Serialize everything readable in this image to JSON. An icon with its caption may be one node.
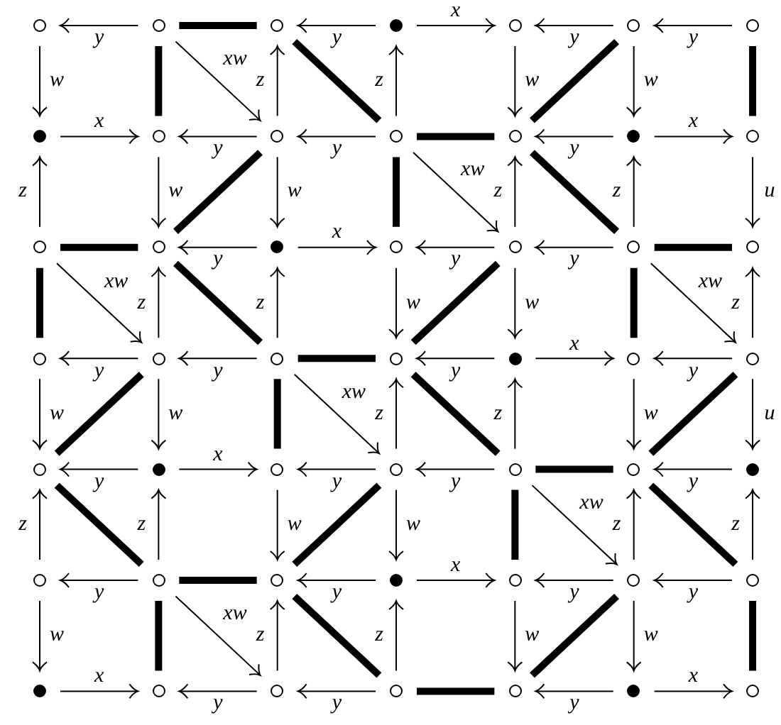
{
  "diagram": {
    "nodes": [
      {
        "text": [],
        "shape": "circle"
      },
      {
        "text": [],
        "shape": "circle"
      },
      {
        "text": [],
        "shape": "circle"
      },
      {
        "text": [],
        "shape": "dot"
      },
      {
        "text": [],
        "shape": "circle"
      },
      {
        "text": [],
        "shape": "circle"
      },
      {
        "text": [],
        "shape": "circle"
      },
      {
        "text": [],
        "shape": "dot"
      },
      {
        "text": [],
        "shape": "circle"
      },
      {
        "text": [],
        "shape": "circle"
      },
      {
        "text": [],
        "shape": "circle"
      },
      {
        "text": [],
        "shape": "circle"
      },
      {
        "text": [],
        "shape": "dot"
      },
      {
        "text": [],
        "shape": "circle"
      },
      {
        "text": [],
        "shape": "circle"
      },
      {
        "text": [],
        "shape": "circle"
      },
      {
        "text": [],
        "shape": "dot"
      },
      {
        "text": [],
        "shape": "circle"
      },
      {
        "text": [],
        "shape": "circle"
      },
      {
        "text": [],
        "shape": "circle"
      },
      {
        "text": [],
        "shape": "circle"
      },
      {
        "text": [],
        "shape": "circle"
      },
      {
        "text": [],
        "shape": "circle"
      },
      {
        "text": [],
        "shape": "circle"
      },
      {
        "text": [],
        "shape": "circle"
      },
      {
        "text": [],
        "shape": "dot"
      },
      {
        "text": [],
        "shape": "circle"
      },
      {
        "text": [],
        "shape": "circle"
      },
      {
        "text": [],
        "shape": "circle"
      },
      {
        "text": [],
        "shape": "dot"
      },
      {
        "text": [],
        "shape": "circle"
      },
      {
        "text": [],
        "shape": "circle"
      },
      {
        "text": [],
        "shape": "circle"
      },
      {
        "text": [],
        "shape": "circle"
      },
      {
        "text": [],
        "shape": "dot"
      },
      {
        "text": [],
        "shape": "circle"
      },
      {
        "text": [],
        "shape": "circle"
      },
      {
        "text": [],
        "shape": "circle"
      },
      {
        "text": [],
        "shape": "dot"
      },
      {
        "text": [],
        "shape": "circle"
      },
      {
        "text": [],
        "shape": "circle"
      },
      {
        "text": [],
        "shape": "circle"
      },
      {
        "text": [],
        "shape": "dot"
      },
      {
        "text": [],
        "shape": "circle"
      },
      {
        "text": [],
        "shape": "circle"
      },
      {
        "text": [],
        "shape": "circle"
      },
      {
        "text": [],
        "shape": "circle"
      },
      {
        "text": [],
        "shape": "dot"
      },
      {
        "text": [],
        "shape": "circle"
      }
    ],
    "edges": [
      {
        "from": 1,
        "to": 0,
        "arrow": "to",
        "label": "y"
      },
      {
        "from": 1,
        "to": 2,
        "arrow": "none",
        "style": "thick"
      },
      {
        "from": 3,
        "to": 2,
        "arrow": "to",
        "label": "y"
      },
      {
        "from": 3,
        "to": 4,
        "arrow": "to",
        "label": "x"
      },
      {
        "from": 5,
        "to": 4,
        "arrow": "to",
        "label": "y"
      },
      {
        "from": 6,
        "to": 5,
        "arrow": "to",
        "label": "y"
      },
      {
        "from": 7,
        "to": 8,
        "arrow": "to",
        "label": "x"
      },
      {
        "from": 9,
        "to": 8,
        "arrow": "to",
        "label": "y"
      },
      {
        "from": 10,
        "to": 9,
        "arrow": "to",
        "label": "y"
      },
      {
        "from": 10,
        "to": 11,
        "arrow": "none",
        "style": "thick"
      },
      {
        "from": 12,
        "to": 11,
        "arrow": "to",
        "label": "y"
      },
      {
        "from": 12,
        "to": 13,
        "arrow": "to",
        "label": "x"
      },
      {
        "from": 14,
        "to": 15,
        "arrow": "none",
        "style": "thick"
      },
      {
        "from": 16,
        "to": 15,
        "arrow": "to",
        "label": "y"
      },
      {
        "from": 16,
        "to": 17,
        "arrow": "to",
        "label": "x"
      },
      {
        "from": 18,
        "to": 17,
        "arrow": "to",
        "label": "y"
      },
      {
        "from": 19,
        "to": 18,
        "arrow": "to",
        "label": "y"
      },
      {
        "from": 19,
        "to": 20,
        "arrow": "none",
        "style": "thick"
      },
      {
        "from": 22,
        "to": 21,
        "arrow": "to",
        "label": "y"
      },
      {
        "from": 23,
        "to": 22,
        "arrow": "to",
        "label": "y"
      },
      {
        "from": 23,
        "to": 24,
        "arrow": "none",
        "style": "thick"
      },
      {
        "from": 25,
        "to": 24,
        "arrow": "to",
        "label": "y"
      },
      {
        "from": 25,
        "to": 26,
        "arrow": "to",
        "label": "x"
      },
      {
        "from": 27,
        "to": 26,
        "arrow": "to",
        "label": "y"
      },
      {
        "from": 29,
        "to": 28,
        "arrow": "to",
        "label": "y"
      },
      {
        "from": 29,
        "to": 30,
        "arrow": "to",
        "label": "x"
      },
      {
        "from": 31,
        "to": 30,
        "arrow": "to",
        "label": "y"
      },
      {
        "from": 32,
        "to": 31,
        "arrow": "to",
        "label": "y"
      },
      {
        "from": 32,
        "to": 33,
        "arrow": "none",
        "style": "thick"
      },
      {
        "from": 34,
        "to": 33,
        "arrow": "to",
        "label": "y"
      },
      {
        "from": 36,
        "to": 35,
        "arrow": "to",
        "label": "y"
      },
      {
        "from": 36,
        "to": 37,
        "arrow": "none",
        "style": "thick"
      },
      {
        "from": 38,
        "to": 37,
        "arrow": "to",
        "label": "y"
      },
      {
        "from": 38,
        "to": 39,
        "arrow": "to",
        "label": "x"
      },
      {
        "from": 40,
        "to": 39,
        "arrow": "to",
        "label": "y"
      },
      {
        "from": 41,
        "to": 40,
        "arrow": "to",
        "label": "y"
      },
      {
        "from": 42,
        "to": 43,
        "arrow": "to",
        "label": "x"
      },
      {
        "from": 44,
        "to": 43,
        "arrow": "to",
        "label": "y"
      },
      {
        "from": 45,
        "to": 44,
        "arrow": "to",
        "label": "y"
      },
      {
        "from": 45,
        "to": 46,
        "arrow": "none",
        "style": "thick"
      },
      {
        "from": 47,
        "to": 46,
        "arrow": "to",
        "label": "y"
      },
      {
        "from": 47,
        "to": 48,
        "arrow": "to",
        "label": "x"
      },
      {
        "from": 0,
        "to": 7,
        "arrow": "to",
        "label": "w"
      },
      {
        "from": 14,
        "to": 7,
        "arrow": "to",
        "label": "z"
      },
      {
        "from": 14,
        "to": 21,
        "arrow": "none",
        "style": "thick"
      },
      {
        "from": 21,
        "to": 28,
        "arrow": "to",
        "label": "w"
      },
      {
        "from": 35,
        "to": 28,
        "arrow": "to",
        "label": "z"
      },
      {
        "from": 35,
        "to": 42,
        "arrow": "to",
        "label": "w"
      },
      {
        "from": 1,
        "to": 8,
        "arrow": "none",
        "style": "thick"
      },
      {
        "from": 8,
        "to": 15,
        "arrow": "to",
        "label": "w"
      },
      {
        "from": 22,
        "to": 15,
        "arrow": "to",
        "label": "z"
      },
      {
        "from": 22,
        "to": 29,
        "arrow": "to",
        "label": "w"
      },
      {
        "from": 36,
        "to": 29,
        "arrow": "to",
        "label": "z"
      },
      {
        "from": 36,
        "to": 43,
        "arrow": "none",
        "style": "thick"
      },
      {
        "from": 9,
        "to": 2,
        "arrow": "to",
        "label": "z"
      },
      {
        "from": 9,
        "to": 16,
        "arrow": "to",
        "label": "w"
      },
      {
        "from": 23,
        "to": 16,
        "arrow": "to",
        "label": "z"
      },
      {
        "from": 23,
        "to": 30,
        "arrow": "none",
        "style": "thick"
      },
      {
        "from": 30,
        "to": 37,
        "arrow": "to",
        "label": "w"
      },
      {
        "from": 44,
        "to": 37,
        "arrow": "to",
        "label": "z"
      },
      {
        "from": 10,
        "to": 3,
        "arrow": "to",
        "label": "z"
      },
      {
        "from": 10,
        "to": 17,
        "arrow": "none",
        "style": "thick"
      },
      {
        "from": 17,
        "to": 24,
        "arrow": "to",
        "label": "w"
      },
      {
        "from": 31,
        "to": 24,
        "arrow": "to",
        "label": "z"
      },
      {
        "from": 31,
        "to": 38,
        "arrow": "to",
        "label": "w"
      },
      {
        "from": 45,
        "to": 38,
        "arrow": "to",
        "label": "z"
      },
      {
        "from": 4,
        "to": 11,
        "arrow": "to",
        "label": "w"
      },
      {
        "from": 18,
        "to": 11,
        "arrow": "to",
        "label": "z"
      },
      {
        "from": 18,
        "to": 25,
        "arrow": "to",
        "label": "w"
      },
      {
        "from": 32,
        "to": 25,
        "arrow": "to",
        "label": "z"
      },
      {
        "from": 32,
        "to": 39,
        "arrow": "none",
        "style": "thick"
      },
      {
        "from": 39,
        "to": 46,
        "arrow": "to",
        "label": "w"
      },
      {
        "from": 5,
        "to": 12,
        "arrow": "to",
        "label": "w"
      },
      {
        "from": 19,
        "to": 12,
        "arrow": "to",
        "label": "z"
      },
      {
        "from": 19,
        "to": 26,
        "arrow": "none",
        "style": "thick"
      },
      {
        "from": 26,
        "to": 33,
        "arrow": "to",
        "label": "w"
      },
      {
        "from": 40,
        "to": 33,
        "arrow": "to",
        "label": "z"
      },
      {
        "from": 40,
        "to": 47,
        "arrow": "to",
        "label": "w"
      },
      {
        "from": 6,
        "to": 13,
        "arrow": "none",
        "style": "thick"
      },
      {
        "from": 13,
        "to": 20,
        "arrow": "to",
        "label": "u"
      },
      {
        "from": 27,
        "to": 20,
        "arrow": "to",
        "label": "z"
      },
      {
        "from": 27,
        "to": 34,
        "arrow": "to",
        "label": "u"
      },
      {
        "from": 41,
        "to": 34,
        "arrow": "to",
        "label": "z"
      },
      {
        "from": 41,
        "to": 48,
        "arrow": "none",
        "style": "thick"
      },
      {
        "from": 1,
        "to": 9,
        "arrow": "to",
        "label": "xw"
      },
      {
        "from": 10,
        "to": 18,
        "arrow": "to",
        "label": "xw"
      },
      {
        "from": 14,
        "to": 22,
        "arrow": "to",
        "label": "xw"
      },
      {
        "from": 19,
        "to": 27,
        "arrow": "to",
        "label": "xw"
      },
      {
        "from": 23,
        "to": 31,
        "arrow": "to",
        "label": "xw"
      },
      {
        "from": 32,
        "to": 40,
        "arrow": "to",
        "label": "xw"
      },
      {
        "from": 36,
        "to": 44,
        "arrow": "to",
        "label": "xw"
      },
      {
        "from": 2,
        "to": 10,
        "arrow": "none",
        "style": "thick"
      },
      {
        "from": 11,
        "to": 5,
        "arrow": "none",
        "style": "thick"
      },
      {
        "from": 15,
        "to": 9,
        "arrow": "none",
        "style": "thick"
      },
      {
        "from": 11,
        "to": 19,
        "arrow": "none",
        "style": "thick"
      },
      {
        "from": 15,
        "to": 23,
        "arrow": "none",
        "style": "thick"
      },
      {
        "from": 24,
        "to": 18,
        "arrow": "none",
        "style": "thick"
      },
      {
        "from": 28,
        "to": 22,
        "arrow": "none",
        "style": "thick"
      },
      {
        "from": 28,
        "to": 36,
        "arrow": "none",
        "style": "thick"
      },
      {
        "from": 37,
        "to": 31,
        "arrow": "none",
        "style": "thick"
      },
      {
        "from": 37,
        "to": 45,
        "arrow": "none",
        "style": "thick"
      },
      {
        "from": 24,
        "to": 32,
        "arrow": "none",
        "style": "thick"
      },
      {
        "from": 33,
        "to": 27,
        "arrow": "none",
        "style": "thick"
      },
      {
        "from": 33,
        "to": 41,
        "arrow": "none",
        "style": "thick"
      },
      {
        "from": 46,
        "to": 40,
        "arrow": "none",
        "style": "thick"
      }
    ]
  }
}
